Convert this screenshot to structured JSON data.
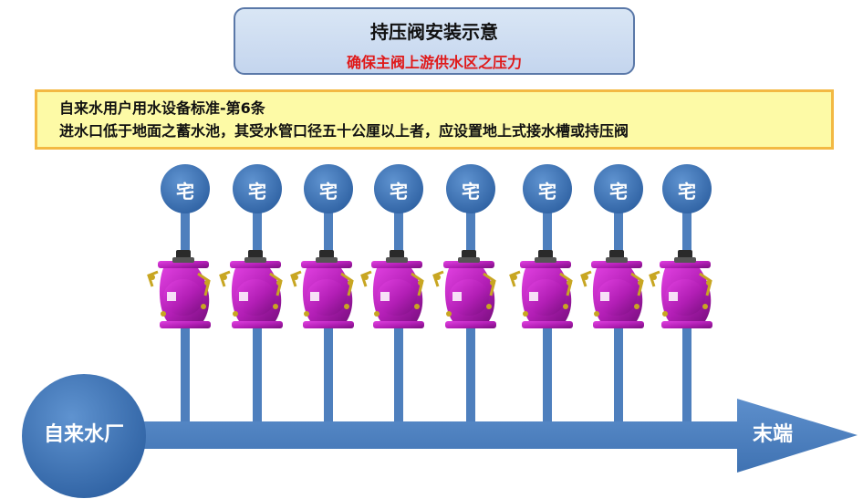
{
  "title": {
    "main": "持压阀安装示意",
    "sub": "确保主阀上游供水区之压力"
  },
  "standard": {
    "line1": "自来水用户用水设备标准-第6条",
    "line2": "进水口低于地面之蓄水池，其受水管口径五十公厘以上者，应设置地上式接水槽或持压阀"
  },
  "diagram": {
    "source_label": "自来水厂",
    "end_label": "末端",
    "houses": [
      {
        "label": "宅"
      },
      {
        "label": "宅"
      },
      {
        "label": "宅"
      },
      {
        "label": "宅"
      },
      {
        "label": "宅"
      },
      {
        "label": "宅"
      },
      {
        "label": "宅"
      },
      {
        "label": "宅"
      }
    ],
    "valve_count": 8
  },
  "colors": {
    "pipe": "#4e7fbd",
    "node": "#3f74b5",
    "valve_body": "#b21eb5",
    "valve_hardware": "#c8a622",
    "title_accent": "#e01818",
    "standard_border": "#f3b943",
    "standard_fill": "#fdfaa6"
  }
}
